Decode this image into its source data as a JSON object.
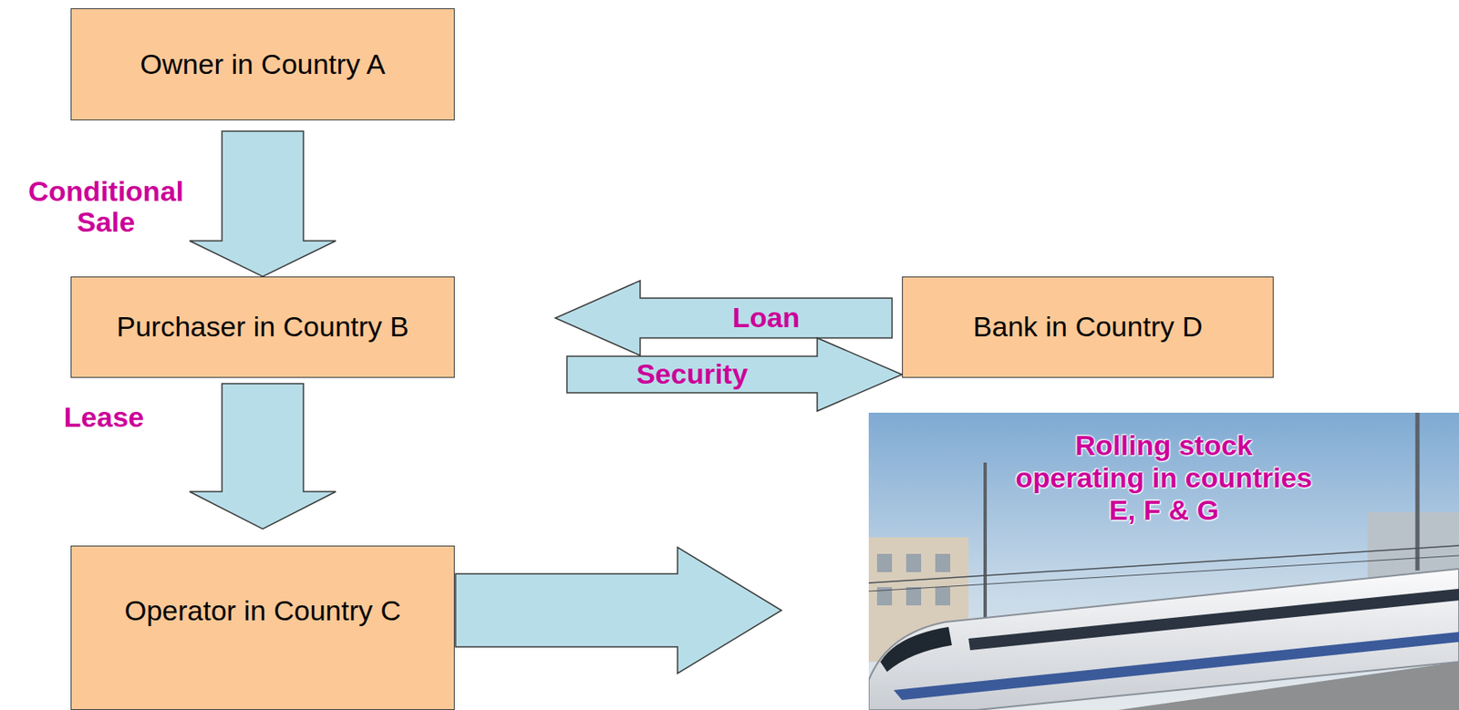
{
  "diagram": {
    "nodes": [
      {
        "text": [
          "Owner in Country A"
        ]
      },
      {
        "text": [
          "Purchaser in Country B"
        ]
      },
      {
        "text": [
          "Operator in Country C"
        ]
      },
      {
        "text": [
          "Bank in Country D"
        ]
      },
      {
        "text": [
          "Rolling stock operating in countries E, F & G"
        ]
      }
    ],
    "edges": [
      {
        "from": 0,
        "to": 1,
        "label": "Conditional Sale",
        "arrow": "to"
      },
      {
        "from": 1,
        "to": 2,
        "label": "Lease",
        "arrow": "to"
      },
      {
        "from": 3,
        "to": 1,
        "label": "Loan",
        "arrow": "to"
      },
      {
        "from": 1,
        "to": 3,
        "label": "Security",
        "arrow": "to"
      },
      {
        "from": 2,
        "to": 4,
        "arrow": "to"
      }
    ]
  }
}
